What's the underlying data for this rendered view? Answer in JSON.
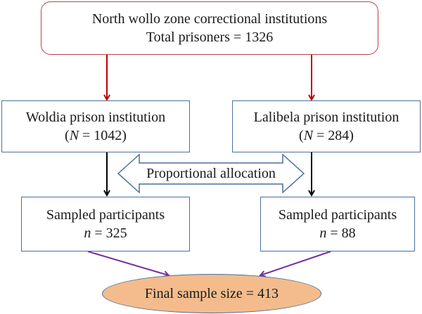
{
  "top_box": {
    "line1": "North wollo zone correctional institutions",
    "line2": "Total prisoners = 1326"
  },
  "woldia_box": {
    "line1": "Woldia prison institution",
    "count_open": "(",
    "count_var": "N",
    "count_rest": " = 1042)"
  },
  "lalibela_box": {
    "line1": "Lalibela prison institution",
    "count_open": "(",
    "count_var": "N",
    "count_rest": " = 284)"
  },
  "allocation_arrow": {
    "label": "Proportional allocation"
  },
  "sample_left": {
    "line1": "Sampled participants",
    "count_var": "n",
    "count_rest": " = 325"
  },
  "sample_right": {
    "line1": "Sampled participants",
    "count_var": "n",
    "count_rest": " = 88"
  },
  "final": {
    "label": "Final sample size = 413"
  },
  "colors": {
    "red_arrow": "#c00000",
    "black_arrow": "#000000",
    "purple_arrow": "#7030a0",
    "box_border": "#4a6f9d",
    "top_border": "#c0414b",
    "ellipse_fill": "#f4bc8c"
  }
}
